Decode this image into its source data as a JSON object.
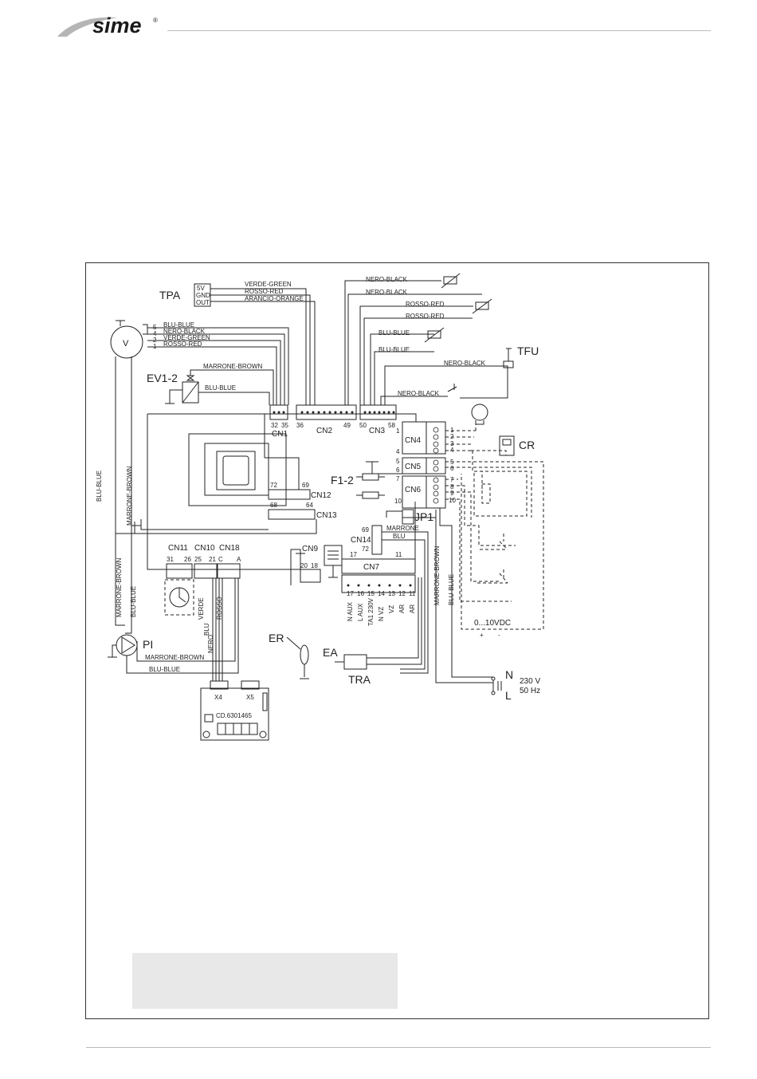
{
  "brand": {
    "logo_text": "sime",
    "registered_mark": "®"
  },
  "diagram": {
    "labels": {
      "tpa": "TPA",
      "tpa_pins": [
        "5V",
        "GND",
        "OUT"
      ],
      "tfu": "TFU",
      "v": "V",
      "ev": "EV1-2",
      "cr": "CR",
      "f": "F1-2",
      "jp1": "JP1",
      "pi": "PI",
      "er": "ER",
      "ea": "EA",
      "tra": "TRA",
      "n": "N",
      "l": "L",
      "supply_v": "230 V",
      "supply_hz": "50 Hz",
      "vdc": "0...10VDC",
      "plus": "+",
      "minus": "-",
      "board_code": "CD.6301465",
      "x4": "X4",
      "x5": "X5"
    },
    "connectors": {
      "cn1": "CN1",
      "cn2": "CN2",
      "cn3": "CN3",
      "cn4": "CN4",
      "cn5": "CN5",
      "cn6": "CN6",
      "cn7": "CN7",
      "cn9": "CN9",
      "cn10": "CN10",
      "cn11": "CN11",
      "cn12": "CN12",
      "cn13": "CN13",
      "cn14": "CN14",
      "cn18": "CN18"
    },
    "pins": {
      "p32": "32",
      "p35": "35",
      "p36": "36",
      "p49": "49",
      "p50": "50",
      "p58": "58",
      "p1": "1",
      "p4": "4",
      "p5": "5",
      "p6": "6",
      "p7": "7",
      "p10": "10",
      "p72": "72",
      "p69": "69",
      "p68": "68",
      "p64": "64",
      "p31": "31",
      "p26": "26",
      "p25": "25",
      "p21": "21",
      "pc": "C",
      "pa": "A",
      "p20": "20",
      "p18": "18",
      "p17": "17",
      "p11": "11",
      "p69b": "69",
      "p72b": "72",
      "cn7_pins": [
        "17",
        "16",
        "15",
        "14",
        "13",
        "12",
        "11"
      ],
      "cn7_funcs": [
        "N AUX",
        "L AUX",
        "TA1 230V",
        "N VZ",
        "VZ",
        "AR",
        "AR"
      ],
      "term4": [
        "1",
        "2",
        "3",
        "4"
      ],
      "term5": [
        "5",
        "6"
      ],
      "term6": [
        "7",
        "8",
        "9",
        "10"
      ],
      "v_pins": [
        "5",
        "4",
        "2",
        "1"
      ]
    },
    "wires": {
      "verde_green": "VERDE-GREEN",
      "rosso_red": "ROSSO-RED",
      "arancio_orange": "ARANCIO-ORANGE",
      "nero_black": "NERO-BLACK",
      "blu_blue": "BLU-BLUE",
      "marrone_brown": "MARRONE-BROWN",
      "marrone": "MARRONE",
      "blu": "BLU",
      "verde": "VERDE",
      "rosso": "ROSSO",
      "nero": "NERO"
    }
  }
}
